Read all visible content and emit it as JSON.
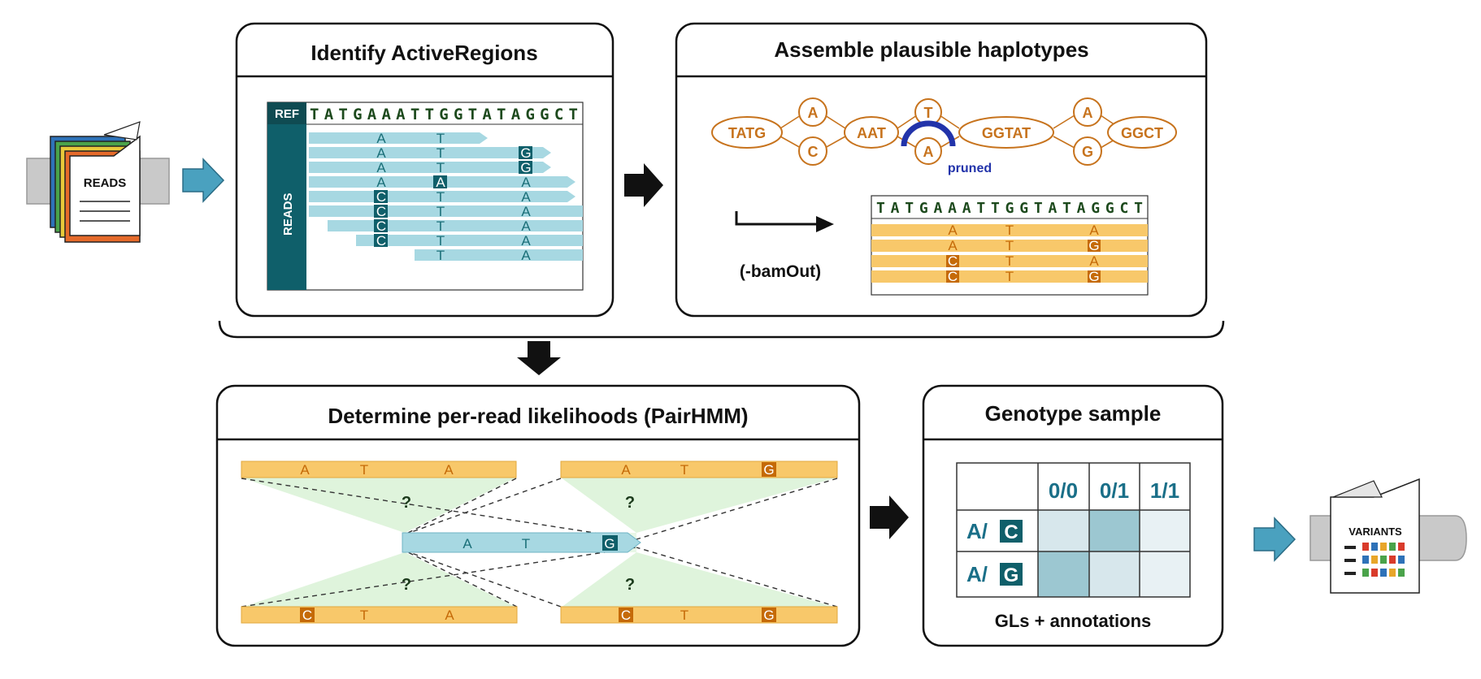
{
  "titles": {
    "identify": "Identify ActiveRegions",
    "assemble": "Assemble plausible haplotypes",
    "determine": "Determine per-read likelihoods (PairHMM)",
    "genotype": "Genotype sample"
  },
  "input_doc": {
    "label": "READS"
  },
  "output_doc": {
    "label": "VARIANTS"
  },
  "active_regions": {
    "ref_tag": "REF",
    "ref_seq": "TATGAAATTGGTATAGGCT",
    "reads_label": "READS",
    "reads": [
      [
        "A",
        "T",
        ""
      ],
      [
        "A",
        "T",
        "G"
      ],
      [
        "A",
        "T",
        "G"
      ],
      [
        "A",
        "A",
        "A"
      ],
      [
        "C",
        "T",
        "A"
      ],
      [
        "C",
        "T",
        "A"
      ],
      [
        "C",
        "T",
        "A"
      ],
      [
        "C",
        "T",
        "A"
      ],
      [
        "",
        "T",
        "A"
      ]
    ]
  },
  "assembly": {
    "nodes": [
      "TATG",
      "A",
      "C",
      "AAT",
      "T",
      "A",
      "GGTAT",
      "A",
      "G",
      "GGCT"
    ],
    "pruned_label": "pruned",
    "bamout_label": "(-bamOut)",
    "hap_ref_seq": "TATGAAATTGGTATAGGCT",
    "haplotypes": [
      [
        "A",
        "T",
        "A"
      ],
      [
        "A",
        "T",
        "G"
      ],
      [
        "C",
        "T",
        "A"
      ],
      [
        "C",
        "T",
        "G"
      ]
    ]
  },
  "pairhmm": {
    "top_left": [
      "A",
      "T",
      "A"
    ],
    "top_right": [
      "A",
      "T",
      "G"
    ],
    "read": [
      "A",
      "T",
      "G"
    ],
    "bottom_left": [
      "C",
      "T",
      "A"
    ],
    "bottom_right": [
      "C",
      "T",
      "G"
    ],
    "question": "?"
  },
  "genotype": {
    "columns": [
      "0/0",
      "0/1",
      "1/1"
    ],
    "row_prefix": "A/",
    "rows": [
      "C",
      "G"
    ],
    "footer": "GLs + annotations"
  },
  "colors": {
    "teal_dark": "#0f5f6a",
    "read_bar": "#a7d8e2",
    "hap_bar": "#f8c86a",
    "hap_text": "#c56a08",
    "arrow_blue": "#4aa1bf",
    "node_orange": "#c7731d",
    "pruned_blue": "#2233aa"
  }
}
